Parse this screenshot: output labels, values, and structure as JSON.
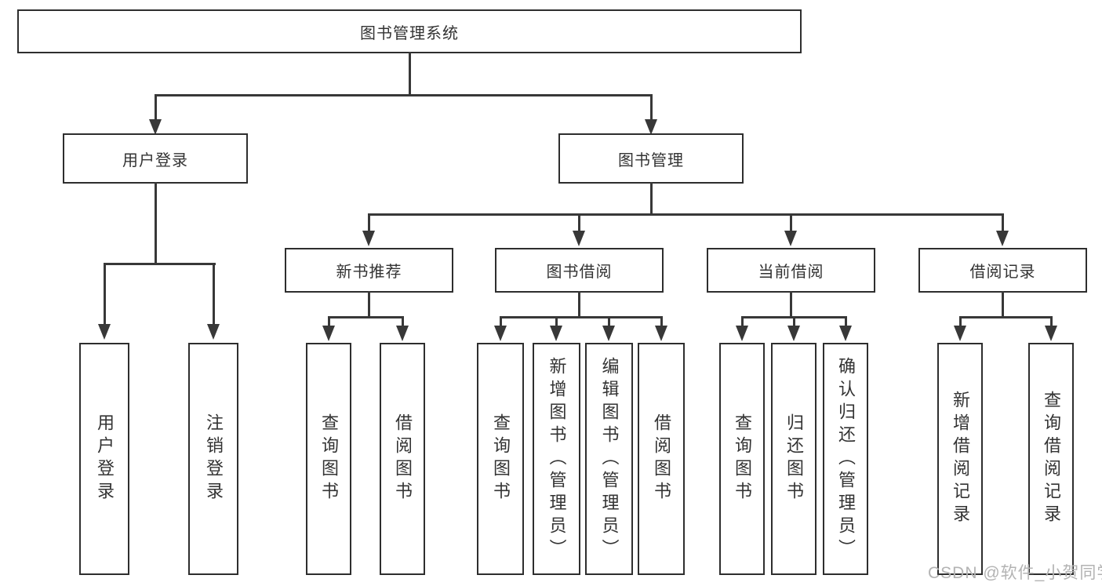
{
  "diagram": {
    "title": "图书管理系统",
    "tree": {
      "label": "图书管理系统",
      "children": [
        {
          "label": "用户登录",
          "children": [
            {
              "label": "用户登录"
            },
            {
              "label": "注销登录"
            }
          ]
        },
        {
          "label": "图书管理",
          "children": [
            {
              "label": "新书推荐",
              "children": [
                {
                  "label": "查询图书"
                },
                {
                  "label": "借阅图书"
                }
              ]
            },
            {
              "label": "图书借阅",
              "children": [
                {
                  "label": "查询图书"
                },
                {
                  "label": "新增图书（管理员）"
                },
                {
                  "label": "编辑图书（管理员）"
                },
                {
                  "label": "借阅图书"
                }
              ]
            },
            {
              "label": "当前借阅",
              "children": [
                {
                  "label": "查询图书"
                },
                {
                  "label": "归还图书"
                },
                {
                  "label": "确认归还（管理员）"
                }
              ]
            },
            {
              "label": "借阅记录",
              "children": [
                {
                  "label": "新增借阅记录"
                },
                {
                  "label": "查询借阅记录"
                }
              ]
            }
          ]
        }
      ]
    }
  },
  "watermark": {
    "text": "CSDN @软件_小贺同学"
  },
  "colors": {
    "line": "#383838",
    "border": "#2e2e2e",
    "text": "#333333",
    "watermark": "#b3b3b3",
    "background": "#ffffff"
  }
}
